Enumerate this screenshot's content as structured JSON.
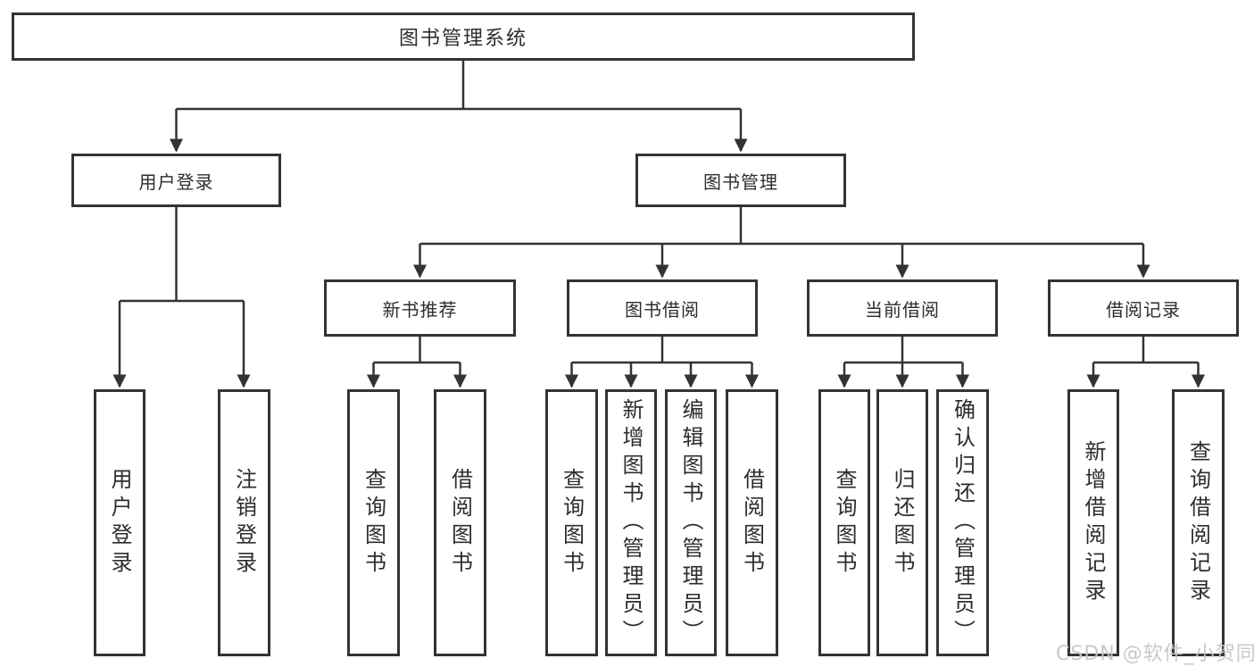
{
  "diagram": {
    "root": {
      "label": "图书管理系统"
    },
    "level2": [
      {
        "id": "user-login-module",
        "label": "用户登录"
      },
      {
        "id": "book-management-module",
        "label": "图书管理"
      }
    ],
    "level3": [
      {
        "id": "new-book-recommend",
        "label": "新书推荐",
        "parent": "book-management-module"
      },
      {
        "id": "book-borrowing",
        "label": "图书借阅",
        "parent": "book-management-module"
      },
      {
        "id": "current-borrowing",
        "label": "当前借阅",
        "parent": "book-management-module"
      },
      {
        "id": "borrowing-records",
        "label": "借阅记录",
        "parent": "book-management-module"
      }
    ],
    "leaves": [
      {
        "label": "用户登录",
        "parent": "user-login-module"
      },
      {
        "label": "注销登录",
        "parent": "user-login-module"
      },
      {
        "label": "查询图书",
        "parent": "new-book-recommend"
      },
      {
        "label": "借阅图书",
        "parent": "new-book-recommend"
      },
      {
        "label": "查询图书",
        "parent": "book-borrowing"
      },
      {
        "label": "新增图书（管理员）",
        "parent": "book-borrowing"
      },
      {
        "label": "编辑图书（管理员）",
        "parent": "book-borrowing"
      },
      {
        "label": "借阅图书",
        "parent": "book-borrowing"
      },
      {
        "label": "查询图书",
        "parent": "current-borrowing"
      },
      {
        "label": "归还图书",
        "parent": "current-borrowing"
      },
      {
        "label": "确认归还（管理员）",
        "parent": "current-borrowing"
      },
      {
        "label": "新增借阅记录",
        "parent": "borrowing-records"
      },
      {
        "label": "查询借阅记录",
        "parent": "borrowing-records"
      }
    ]
  },
  "watermark": {
    "text": "CSDN @软件_小贺同学"
  },
  "colors": {
    "line": "#333333",
    "box_border": "#333333",
    "text": "#2d2d2d",
    "background": "#ffffff",
    "watermark": "#c6c6c6"
  }
}
